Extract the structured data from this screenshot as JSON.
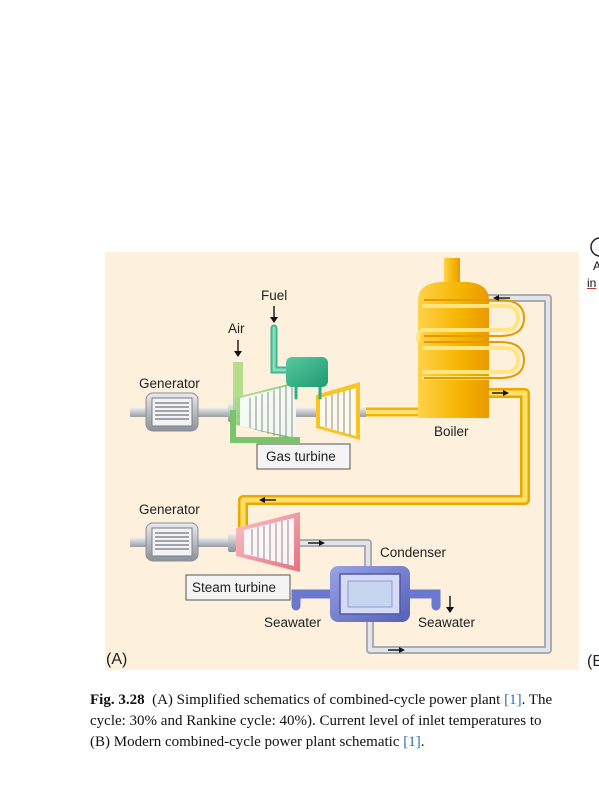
{
  "diagram": {
    "fuel_label": "Fuel",
    "air_label": "Air",
    "generator_top_label": "Generator",
    "generator_bottom_label": "Generator",
    "gas_turbine_label": "Gas turbine",
    "boiler_label": "Boiler",
    "steam_turbine_label": "Steam turbine",
    "condenser_label": "Condenser",
    "seawater_left_label": "Seawater",
    "seawater_right_label": "Seawater",
    "panel_a_label": "(A)",
    "panel_b_partial": "(B"
  },
  "right_edge": {
    "line1": "A",
    "line2": "in"
  },
  "caption": {
    "fig_label": "Fig. 3.28",
    "line1_text": "(A) Simplified schematics of combined-cycle power plant",
    "line1_ref": "[1]",
    "line1_after": ". The",
    "line2": "cycle: 30% and Rankine cycle: 40%). Current level of inlet temperatures to",
    "line3_text": "(B) Modern combined-cycle power plant schematic",
    "line3_ref": "[1]",
    "line3_after": "."
  },
  "colors": {
    "panel_bg": "#fdf0dc",
    "steam_pipe": "#f5c21b",
    "gas_turbine": "#7cc46a",
    "steam_turbine": "#ef8f9a",
    "boiler": "#f3b100",
    "condenser": "#6b72c4",
    "combustor": "#2fae82",
    "pipe_grey": "#c8ccd2"
  }
}
